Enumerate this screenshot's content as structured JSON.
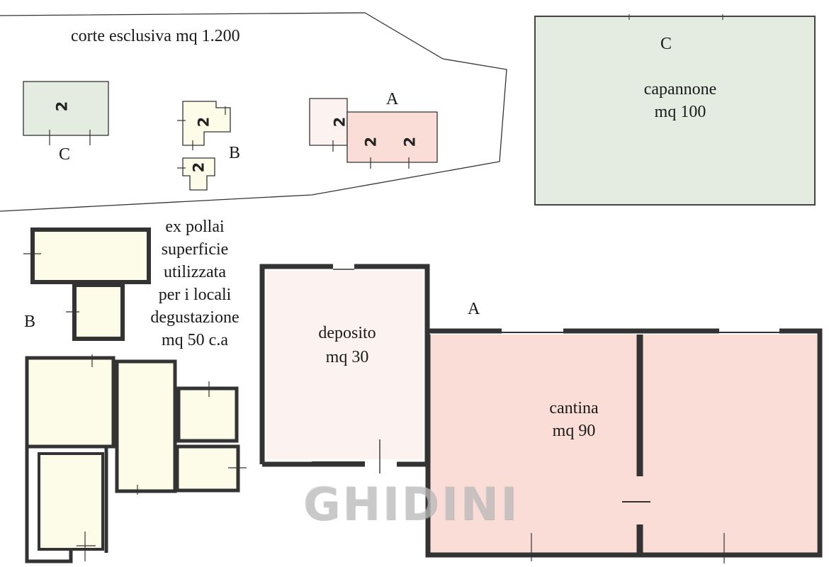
{
  "colors": {
    "green": "#e4ece2",
    "yellow": "#fcfce8",
    "pink": "#f9ddd6",
    "light_pink": "#fcf2f0",
    "wall": "#2b2b2b"
  },
  "site": {
    "courtyard_label": "corte esclusiva mq 1.200",
    "label_a": "A",
    "label_b": "B",
    "label_c": "C",
    "floor_mark": "2"
  },
  "capannone": {
    "letter": "C",
    "name": "capannone",
    "area": "mq 100"
  },
  "pollai": {
    "letter": "B",
    "lines": [
      "ex pollai",
      "superficie",
      "utilizzata",
      "per i locali",
      "degustazione",
      "mq 50 c.a"
    ]
  },
  "building_a": {
    "letter": "A",
    "deposito_name": "deposito",
    "deposito_area": "mq 30",
    "cantina_name": "cantina",
    "cantina_area": "mq 90"
  },
  "watermark": "GHIDINI"
}
